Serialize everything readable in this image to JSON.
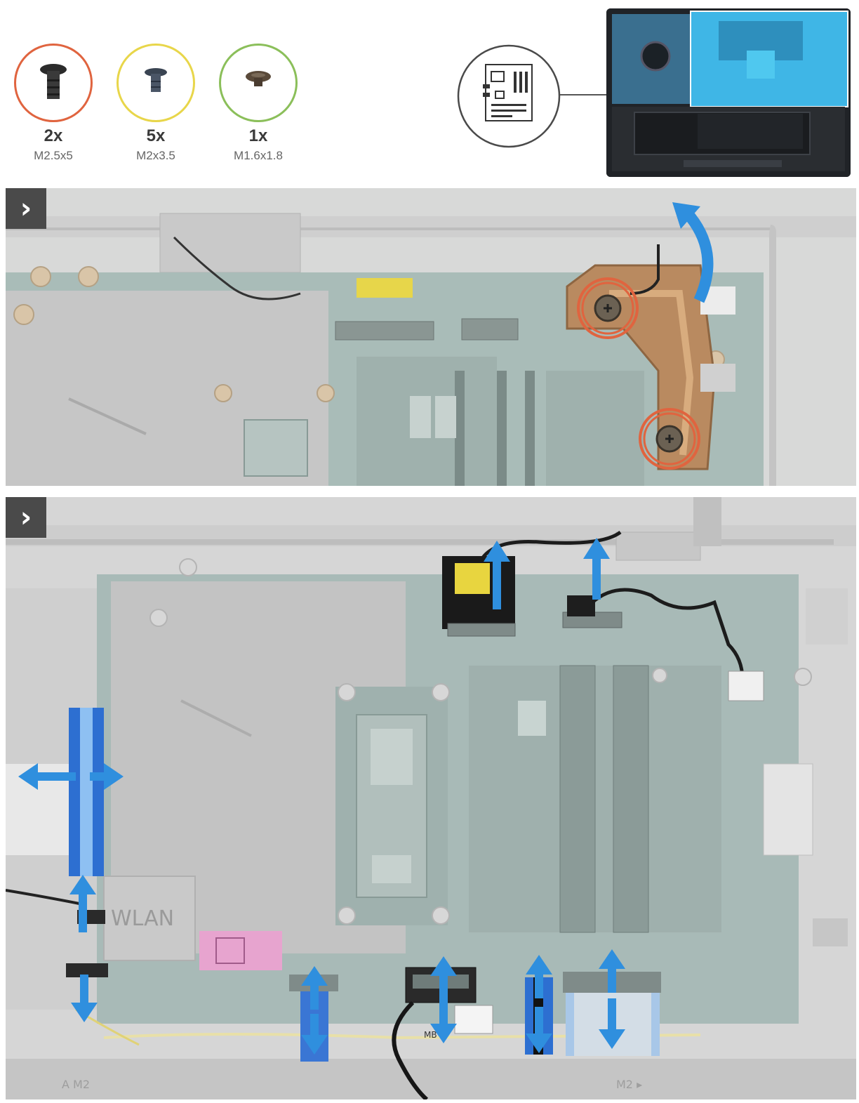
{
  "screws": [
    {
      "count": "2x",
      "size": "M2.5x5",
      "ring_color": "#e0643f"
    },
    {
      "count": "5x",
      "size": "M2x3.5",
      "ring_color": "#e8d64a"
    },
    {
      "count": "1x",
      "size": "M1.6x1.8",
      "ring_color": "#8bbf5a"
    }
  ],
  "steps": [
    {
      "arrow": "›"
    },
    {
      "arrow": "›"
    }
  ],
  "labels": {
    "wlan": "WLAN",
    "cable_tag": "MB",
    "m2_left": "A M2",
    "m2_right": "M2 ▸"
  },
  "colors": {
    "screw_ring": "#e0643f",
    "arrow_blue": "#2f8fde",
    "pcb": "#9fb5b2",
    "chassis": "#d6d6d6"
  }
}
